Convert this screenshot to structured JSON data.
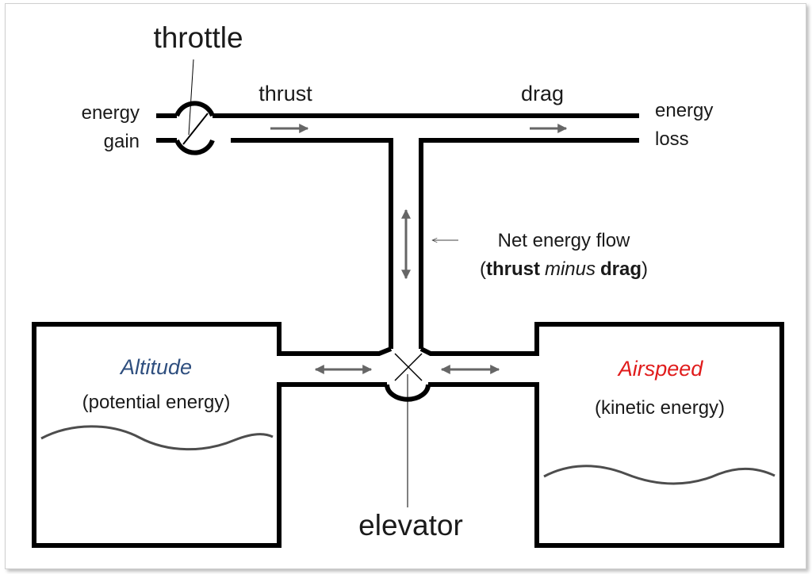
{
  "labels": {
    "throttle": "throttle",
    "thrust": "thrust",
    "drag": "drag",
    "energy_gain_1": "energy",
    "energy_gain_2": "gain",
    "energy_loss_1": "energy",
    "energy_loss_2": "loss",
    "net_flow_line1": "Net energy flow",
    "net_flow_open": "(",
    "net_flow_thrust": "thrust",
    "net_flow_minus": "minus",
    "net_flow_drag": "drag",
    "net_flow_close": ")",
    "altitude": "Altitude",
    "potential_energy": "(potential energy)",
    "airspeed": "Airspeed",
    "kinetic_energy": "(kinetic energy)",
    "elevator": "elevator"
  },
  "colors": {
    "pipe": "#000000",
    "arrow": "#666666",
    "wave": "#4d4d4d",
    "altitude": "#2f4f7f",
    "airspeed": "#e01b1b",
    "text": "#1a1a1a"
  }
}
